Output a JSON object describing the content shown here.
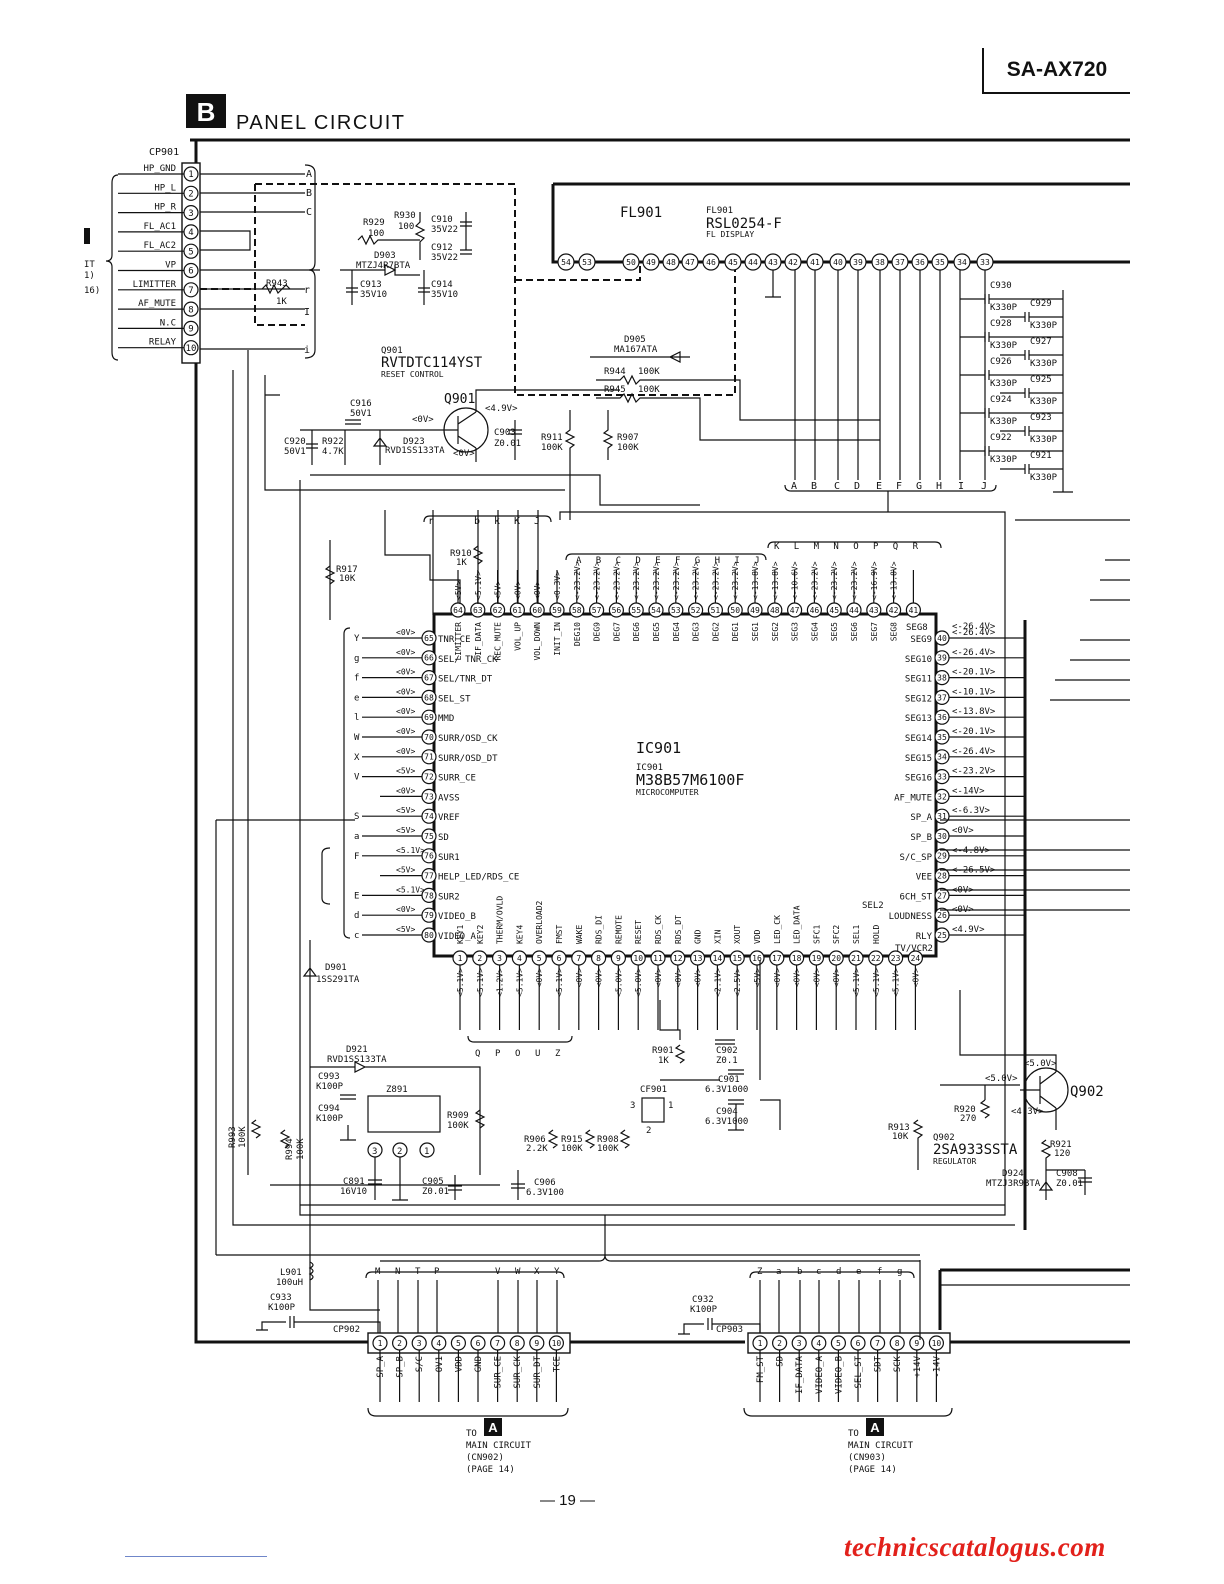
{
  "header": {
    "model": "SA-AX720"
  },
  "section": {
    "badge": "B",
    "title": "PANEL CIRCUIT"
  },
  "cp901": {
    "ref": "CP901",
    "pins": [
      {
        "n": "1",
        "label": "HP_GND"
      },
      {
        "n": "2",
        "label": "HP_L"
      },
      {
        "n": "3",
        "label": "HP_R"
      },
      {
        "n": "4",
        "label": "FL_AC1"
      },
      {
        "n": "5",
        "label": "FL_AC2"
      },
      {
        "n": "6",
        "label": "VP"
      },
      {
        "n": "7",
        "label": "LIMITTER"
      },
      {
        "n": "8",
        "label": "AF_MUTE"
      },
      {
        "n": "9",
        "label": "N.C"
      },
      {
        "n": "10",
        "label": "RELAY"
      }
    ],
    "bus_letters": [
      "A",
      "B",
      "C",
      "r",
      "I",
      "i"
    ],
    "left_margin_text": [
      "IT",
      "1)",
      "16)"
    ]
  },
  "fl901": {
    "ref": "FL901",
    "sub_ref": "FL901",
    "part": "RSL0254-F",
    "desc": "FL DISPLAY",
    "pins": [
      "54",
      "53",
      "50",
      "49",
      "48",
      "47",
      "46",
      "45",
      "44",
      "43",
      "42",
      "41",
      "40",
      "39",
      "38",
      "37",
      "36",
      "35",
      "34",
      "33"
    ]
  },
  "q901": {
    "ref": "Q901",
    "part": "RVTDTC114YST",
    "desc": "RESET CONTROL",
    "label": "Q901",
    "v_base": "<0V>",
    "v_collector": "<4.9V>",
    "v_emitter": "<0V>"
  },
  "q902": {
    "ref": "Q902",
    "label": "Q902",
    "part": "2SA933SSTA",
    "desc": "REGULATOR",
    "v_top": "<5.0V>",
    "v_left": "<5.0V>",
    "v_bottom": "<4.3V>"
  },
  "ic901": {
    "label": "IC901",
    "sub_ref": "IC901",
    "part": "M38B57M6100F",
    "desc": "MICROCOMPUTER",
    "top_pins": [
      {
        "n": "64",
        "name": "LIMITTER",
        "v": "<5V>"
      },
      {
        "n": "63",
        "name": "IF_DATA",
        "v": "<5.1V>"
      },
      {
        "n": "62",
        "name": "REC_MUTE",
        "v": "<5V>"
      },
      {
        "n": "61",
        "name": "VOL_UP",
        "v": "<0V>"
      },
      {
        "n": "60",
        "name": "VOL_DOWN",
        "v": "<0V>"
      },
      {
        "n": "59",
        "name": "INIT_IN",
        "v": "<0.3V>"
      },
      {
        "n": "58",
        "name": "DEG10",
        "v": "<-23.2V>"
      },
      {
        "n": "57",
        "name": "DEG9",
        "v": "<-23.2V>"
      },
      {
        "n": "56",
        "name": "DEG7",
        "v": "<-23.2V>"
      },
      {
        "n": "55",
        "name": "DEG6",
        "v": "<-23.2V>"
      },
      {
        "n": "54",
        "name": "DEG5",
        "v": "<-23.2V>"
      },
      {
        "n": "53",
        "name": "DEG4",
        "v": "<-23.2V>"
      },
      {
        "n": "52",
        "name": "DEG3",
        "v": "<-23.2V>"
      },
      {
        "n": "51",
        "name": "DEG2",
        "v": "<-23.2V>"
      },
      {
        "n": "50",
        "name": "DEG1",
        "v": "<-23.2V>"
      },
      {
        "n": "49",
        "name": "SEG1",
        "v": "<-13.8V>"
      },
      {
        "n": "48",
        "name": "SEG2",
        "v": "<-13.8V>"
      },
      {
        "n": "47",
        "name": "SEG3",
        "v": "<-10.6V>"
      },
      {
        "n": "46",
        "name": "SEG4",
        "v": "<-23.2V>"
      },
      {
        "n": "45",
        "name": "SEG5",
        "v": "<-23.2V>"
      },
      {
        "n": "44",
        "name": "SEG6",
        "v": "<-23.2V>"
      },
      {
        "n": "43",
        "name": "SEG7",
        "v": "<-16.9V>"
      },
      {
        "n": "42",
        "name": "SEG8",
        "v": "<-13.8V>"
      },
      {
        "n": "41",
        "name": "",
        "v": ""
      }
    ],
    "top_letters": [
      "A",
      "B",
      "C",
      "D",
      "E",
      "F",
      "G",
      "H",
      "I",
      "J",
      "K",
      "L",
      "M",
      "N",
      "O",
      "P",
      "Q",
      "R"
    ],
    "top_left_letters": [
      "r",
      "b",
      "k",
      "K",
      "J"
    ],
    "left_pins": [
      {
        "n": "65",
        "name": "TNR_CE",
        "v": "<0V>",
        "l": "Y"
      },
      {
        "n": "66",
        "name": "SEL/ TNR_CK",
        "v": "<0V>",
        "l": "g"
      },
      {
        "n": "67",
        "name": "SEL/TNR_DT",
        "v": "<0V>",
        "l": "f"
      },
      {
        "n": "68",
        "name": "SEL_ST",
        "v": "<0V>",
        "l": "e"
      },
      {
        "n": "69",
        "name": "MMD",
        "v": "<0V>",
        "l": "l"
      },
      {
        "n": "70",
        "name": "SURR/OSD_CK",
        "v": "<0V>",
        "l": "W"
      },
      {
        "n": "71",
        "name": "SURR/OSD_DT",
        "v": "<0V>",
        "l": "X"
      },
      {
        "n": "72",
        "name": "SURR_CE",
        "v": "<5V>",
        "l": "V"
      },
      {
        "n": "73",
        "name": "AVSS",
        "v": "<0V>",
        "l": ""
      },
      {
        "n": "74",
        "name": "VREF",
        "v": "<5V>",
        "l": "S"
      },
      {
        "n": "75",
        "name": "SD",
        "v": "<5V>",
        "l": "a"
      },
      {
        "n": "76",
        "name": "SUR1",
        "v": "<5.1V>",
        "l": "F"
      },
      {
        "n": "77",
        "name": "HELP_LED/RDS_CE",
        "v": "<5V>",
        "l": ""
      },
      {
        "n": "78",
        "name": "SUR2",
        "v": "<5.1V>",
        "l": "E"
      },
      {
        "n": "79",
        "name": "VIDEO_B",
        "v": "<0V>",
        "l": "d"
      },
      {
        "n": "80",
        "name": "VIDEO_A",
        "v": "<5V>",
        "l": "c"
      }
    ],
    "right_pins": [
      {
        "n": "40",
        "name": "SEG9",
        "v": "<-26.4V>"
      },
      {
        "n": "39",
        "name": "SEG10",
        "v": "<-26.4V>"
      },
      {
        "n": "38",
        "name": "SEG11",
        "v": "<-20.1V>"
      },
      {
        "n": "37",
        "name": "SEG12",
        "v": "<-10.1V>"
      },
      {
        "n": "36",
        "name": "SEG13",
        "v": "<-13.8V>"
      },
      {
        "n": "35",
        "name": "SEG14",
        "v": "<-20.1V>"
      },
      {
        "n": "34",
        "name": "SEG15",
        "v": "<-26.4V>"
      },
      {
        "n": "33",
        "name": "SEG16",
        "v": "<-23.2V>"
      },
      {
        "n": "32",
        "name": "AF_MUTE",
        "v": "<-14V>"
      },
      {
        "n": "31",
        "name": "SP_A",
        "v": "<-6.3V>"
      },
      {
        "n": "30",
        "name": "SP_B",
        "v": "<0V>"
      },
      {
        "n": "29",
        "name": "S/C_SP",
        "v": "<-4.8V>"
      },
      {
        "n": "28",
        "name": "VEE",
        "v": "<-26.5V>"
      },
      {
        "n": "27",
        "name": "6CH_ST",
        "v": "<0V>"
      },
      {
        "n": "26",
        "name": "LOUDNESS",
        "v": "<0V>"
      },
      {
        "n": "25",
        "name": "RLY",
        "v": "<4.9V>"
      }
    ],
    "right_extra": {
      "seg8_label": "SEG8",
      "sel2_label": "SEL2",
      "tvvcr2": "TV/VCR2",
      "seg8_v": "<-26.4V>"
    },
    "bottom_pins": [
      {
        "n": "1",
        "name": "KEY1",
        "v": "<5.1V>"
      },
      {
        "n": "2",
        "name": "KEY2",
        "v": "<5.1V>"
      },
      {
        "n": "3",
        "name": "THERM/OVLD",
        "v": "<1.2V>"
      },
      {
        "n": "4",
        "name": "KEY4",
        "v": "<5.1V>"
      },
      {
        "n": "5",
        "name": "OVERLOAD2",
        "v": "<0V>"
      },
      {
        "n": "6",
        "name": "FMST",
        "v": "<5.1V>"
      },
      {
        "n": "7",
        "name": "WAKE",
        "v": "<0V>"
      },
      {
        "n": "8",
        "name": "RDS_DI",
        "v": "<0V>"
      },
      {
        "n": "9",
        "name": "REMOTE",
        "v": "<5.0V>"
      },
      {
        "n": "10",
        "name": "RESET",
        "v": "<5.0V>"
      },
      {
        "n": "11",
        "name": "RDS_CK",
        "v": "<0V>"
      },
      {
        "n": "12",
        "name": "RDS_DT",
        "v": "<0V>"
      },
      {
        "n": "13",
        "name": "GND",
        "v": "<0V>"
      },
      {
        "n": "14",
        "name": "XIN",
        "v": "<2.1V>"
      },
      {
        "n": "15",
        "name": "XOUT",
        "v": "<2.5V>"
      },
      {
        "n": "16",
        "name": "VDD",
        "v": "<5V>"
      },
      {
        "n": "17",
        "name": "LED_CK",
        "v": "<0V>"
      },
      {
        "n": "18",
        "name": "LED_DATA",
        "v": "<0V>"
      },
      {
        "n": "19",
        "name": "SFC1",
        "v": "<0V>"
      },
      {
        "n": "20",
        "name": "SFC2",
        "v": "<0V>"
      },
      {
        "n": "21",
        "name": "SEL1",
        "v": "<5.1V>"
      },
      {
        "n": "22",
        "name": "HOLD",
        "v": "<5.1V>"
      },
      {
        "n": "23",
        "name": "",
        "v": "<5.1V>"
      },
      {
        "n": "24",
        "name": "",
        "v": "<0V>"
      }
    ],
    "bottom_letters": [
      "Q",
      "P",
      "O",
      "U",
      "Z"
    ]
  },
  "components": [
    {
      "ref": "R929",
      "val": "100"
    },
    {
      "ref": "R930",
      "val": "100"
    },
    {
      "ref": "C910",
      "val": "35V22"
    },
    {
      "ref": "C912",
      "val": "35V22"
    },
    {
      "ref": "D903",
      "val": "MTZJ4R7BTA"
    },
    {
      "ref": "C913",
      "val": "35V10"
    },
    {
      "ref": "C914",
      "val": "35V10"
    },
    {
      "ref": "R943",
      "val": "1K"
    },
    {
      "ref": "C916",
      "val": "50V1"
    },
    {
      "ref": "C920",
      "val": "50V1"
    },
    {
      "ref": "R922",
      "val": "4.7K"
    },
    {
      "ref": "D923",
      "val": "RVD1SS133TA"
    },
    {
      "ref": "C903",
      "val": "Z0.01"
    },
    {
      "ref": "R911",
      "val": "100K"
    },
    {
      "ref": "R907",
      "val": "100K"
    },
    {
      "ref": "D905",
      "val": "MA167ATA"
    },
    {
      "ref": "R944",
      "val": "100K"
    },
    {
      "ref": "R945",
      "val": "100K"
    },
    {
      "ref": "R910",
      "val": "1K"
    },
    {
      "ref": "R917",
      "val": "10K"
    },
    {
      "ref": "D901",
      "val": "1SS291TA"
    },
    {
      "ref": "D921",
      "val": "RVD1SS133TA"
    },
    {
      "ref": "C993",
      "val": "K100P"
    },
    {
      "ref": "C994",
      "val": "K100P"
    },
    {
      "ref": "Z891",
      "val": ""
    },
    {
      "ref": "R909",
      "val": "100K"
    },
    {
      "ref": "R993",
      "val": "100K"
    },
    {
      "ref": "R994",
      "val": "100K"
    },
    {
      "ref": "C891",
      "val": "16V10"
    },
    {
      "ref": "C905",
      "val": "Z0.01"
    },
    {
      "ref": "R906",
      "val": "2.2K"
    },
    {
      "ref": "R915",
      "val": "100K"
    },
    {
      "ref": "R908",
      "val": "100K"
    },
    {
      "ref": "C906",
      "val": "6.3V100"
    },
    {
      "ref": "R901",
      "val": "1K"
    },
    {
      "ref": "C902",
      "val": "Z0.1"
    },
    {
      "ref": "C901",
      "val": "6.3V1000"
    },
    {
      "ref": "CF901",
      "val": ""
    },
    {
      "ref": "C904",
      "val": "6.3V1000"
    },
    {
      "ref": "R920",
      "val": "270"
    },
    {
      "ref": "R913",
      "val": "10K"
    },
    {
      "ref": "R921",
      "val": "120"
    },
    {
      "ref": "D924",
      "val": "MTZJ3R9BTA"
    },
    {
      "ref": "C908",
      "val": "Z0.01"
    },
    {
      "ref": "L901",
      "val": "100uH"
    },
    {
      "ref": "C933",
      "val": "K100P"
    },
    {
      "ref": "C932",
      "val": "K100P"
    }
  ],
  "fl_caps": [
    {
      "ref": "C930",
      "val": "K330P"
    },
    {
      "ref": "C929",
      "val": "K330P"
    },
    {
      "ref": "C928",
      "val": "K330P"
    },
    {
      "ref": "C927",
      "val": "K330P"
    },
    {
      "ref": "C926",
      "val": "K330P"
    },
    {
      "ref": "C925",
      "val": "K330P"
    },
    {
      "ref": "C924",
      "val": "K330P"
    },
    {
      "ref": "C923",
      "val": "K330P"
    },
    {
      "ref": "C922",
      "val": "K330P"
    },
    {
      "ref": "C921",
      "val": "K330P"
    }
  ],
  "fl_bus_letters": [
    "A",
    "B",
    "C",
    "D",
    "E",
    "F",
    "G",
    "H",
    "I",
    "J"
  ],
  "cp902": {
    "ref": "CP902",
    "top_letters": [
      "M",
      "N",
      "T",
      "P",
      "V",
      "W",
      "X",
      "Y"
    ],
    "pins": [
      {
        "n": "1",
        "label": "SP_A"
      },
      {
        "n": "2",
        "label": "SP_B"
      },
      {
        "n": "3",
        "label": "S/C"
      },
      {
        "n": "4",
        "label": "OV1"
      },
      {
        "n": "5",
        "label": "VDD"
      },
      {
        "n": "6",
        "label": "GND"
      },
      {
        "n": "7",
        "label": "SUR_CE"
      },
      {
        "n": "8",
        "label": "SUR_CK"
      },
      {
        "n": "9",
        "label": "SUR_DT"
      },
      {
        "n": "10",
        "label": "TCE"
      }
    ],
    "to": "TO",
    "badge": "A",
    "dest": "MAIN CIRCUIT",
    "conn": "(CN902)",
    "page": "(PAGE 14)"
  },
  "cp903": {
    "ref": "CP903",
    "top_letters": [
      "Z",
      "a",
      "b",
      "c",
      "d",
      "e",
      "f",
      "g"
    ],
    "pins": [
      {
        "n": "1",
        "label": "FM_ST"
      },
      {
        "n": "2",
        "label": "SD"
      },
      {
        "n": "3",
        "label": "IF_DATA"
      },
      {
        "n": "4",
        "label": "VIDEO_A"
      },
      {
        "n": "5",
        "label": "VIDEO_B"
      },
      {
        "n": "6",
        "label": "SEL_ST"
      },
      {
        "n": "7",
        "label": "SDT"
      },
      {
        "n": "8",
        "label": "SCK"
      },
      {
        "n": "9",
        "label": "+14V"
      },
      {
        "n": "10",
        "label": "-14V"
      }
    ],
    "to": "TO",
    "badge": "A",
    "dest": "MAIN CIRCUIT",
    "conn": "(CN903)",
    "page": "(PAGE 14)"
  },
  "footer": {
    "page_number": "— 19 —",
    "watermark": "technicscatalogus.com"
  },
  "colors": {
    "ink": "#111111",
    "paper": "#ffffff",
    "watermark": "#e2211b"
  }
}
